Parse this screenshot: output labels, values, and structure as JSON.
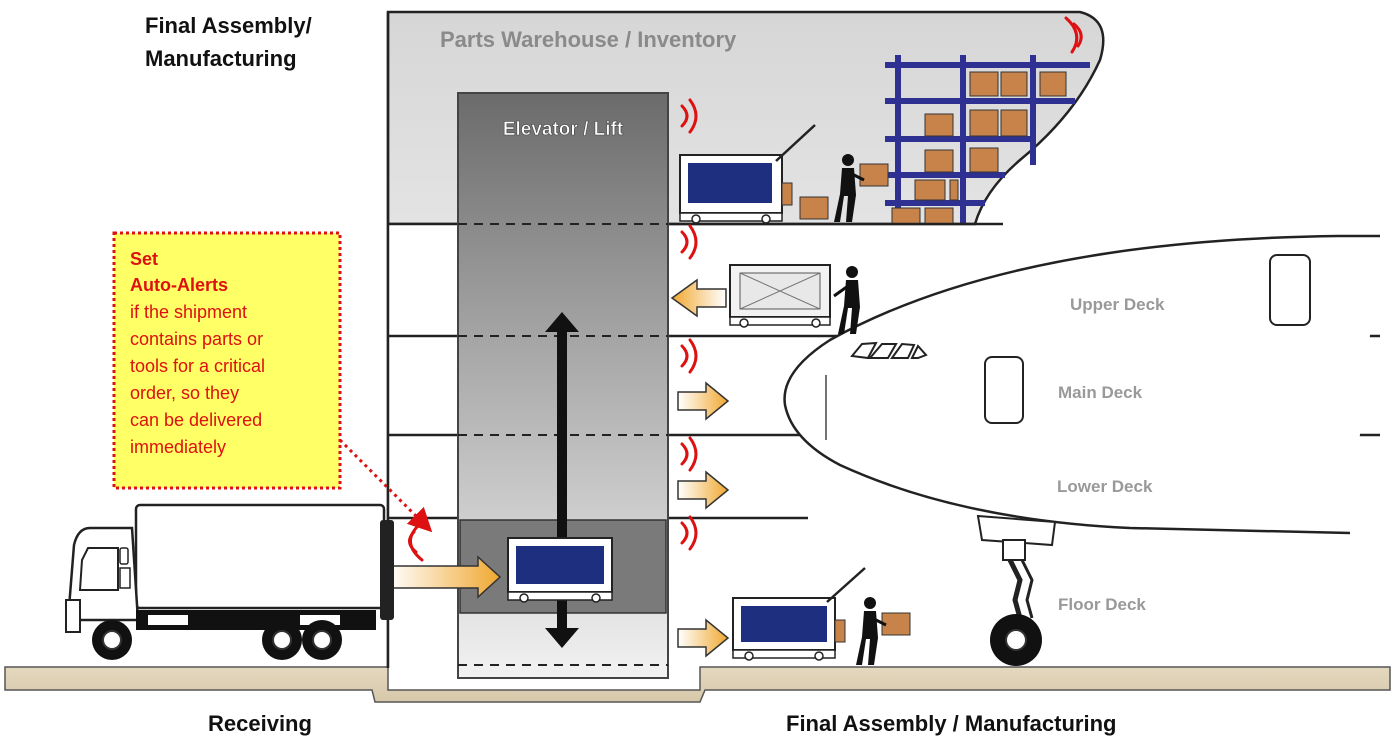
{
  "titles": {
    "top_left_line1": "Final Assembly/",
    "top_left_line2": "Manufacturing",
    "warehouse": "Parts Warehouse / Inventory",
    "elevator": "Elevator / Lift",
    "bottom_left": "Receiving",
    "bottom_right": "Final Assembly / Manufacturing"
  },
  "decks": {
    "upper": "Upper Deck",
    "main": "Main Deck",
    "lower": "Lower Deck",
    "floor": "Floor Deck"
  },
  "callout": {
    "line1": "Set",
    "line2": "Auto-Alerts",
    "line3": "if the shipment",
    "line4": "contains parts or",
    "line5": "tools for a critical",
    "line6": "order, so they",
    "line7": "can be delivered",
    "line8": "immediately"
  },
  "colors": {
    "callout_bg": "#ffff66",
    "callout_border": "#dd1111",
    "callout_text": "#dd1111",
    "alert_signal": "#dd1111",
    "rack": "#2e3192",
    "box": "#c8834a",
    "screen": "#1f2f80",
    "deck_label": "#999999"
  },
  "icons": {
    "alert": "wireless-signal-icon",
    "cart": "parts-cart-icon",
    "worker": "worker-carrying-box-icon",
    "truck": "delivery-truck-icon",
    "arrow": "flow-arrow-icon"
  }
}
